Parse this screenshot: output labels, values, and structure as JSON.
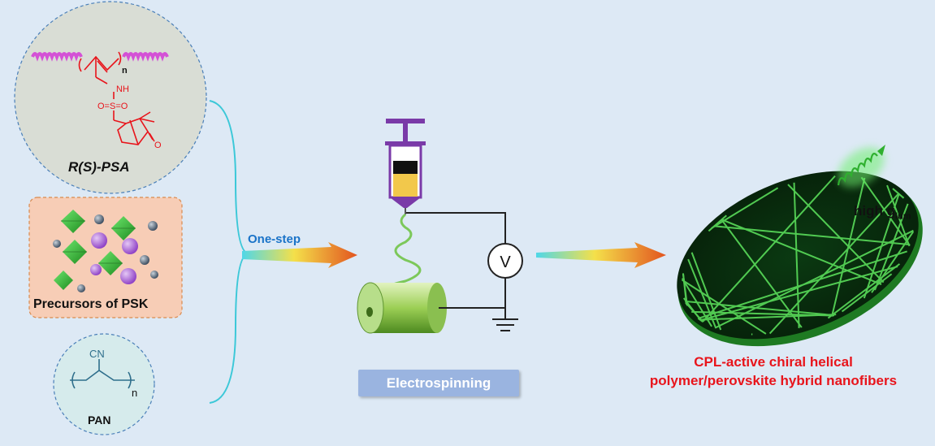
{
  "inputs": {
    "psa": {
      "label": "R(S)-PSA",
      "atoms": {
        "n": "n",
        "nh": "NH",
        "sulfonyl": "O=S=O",
        "ketone": "O"
      }
    },
    "psk": {
      "label": "Precursors of PSK"
    },
    "pan": {
      "label": "PAN",
      "atoms": {
        "cn": "CN",
        "n": "n"
      }
    }
  },
  "process": {
    "arrow_label": "One-step",
    "voltage_symbol": "V",
    "method_label": "Electrospinning"
  },
  "product": {
    "glum_label_main": "high g",
    "glum_label_sub": "lum",
    "title_line1": "CPL-active chiral helical",
    "title_line2": "polymer/perovskite hybrid nanofibers"
  },
  "colors": {
    "background": "#dde9f5",
    "helix_pink": "#d451d6",
    "structure_red": "#e8141b",
    "nanofiber_green": "#3fc83f",
    "bracket_cyan": "#3cc8d8",
    "psk_box": "#f7cdb6",
    "octahedron_green": "#3aa83a",
    "cation_purple": "#a45ad6",
    "halide_gray": "#4a5a6e",
    "syringe_purple": "#7a3aa8",
    "label_blue": "#1a73c8",
    "title_red": "#e8141b"
  }
}
